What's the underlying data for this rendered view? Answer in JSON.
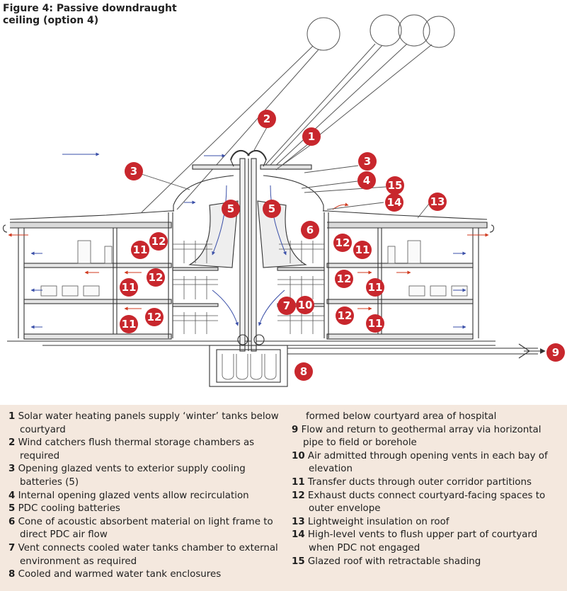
{
  "figure": {
    "title": "Figure 4: Passive downdraught ceiling (option 4)"
  },
  "colors": {
    "marker": "#c8272d",
    "line": "#333333",
    "cold_arrow": "#3a4fa8",
    "warm_arrow": "#d0391e",
    "legend_bg": "#f4e8de"
  },
  "markers": [
    {
      "label": "1"
    },
    {
      "label": "2"
    },
    {
      "label": "3"
    },
    {
      "label": "3"
    },
    {
      "label": "4"
    },
    {
      "label": "15"
    },
    {
      "label": "14"
    },
    {
      "label": "13"
    },
    {
      "label": "5"
    },
    {
      "label": "5"
    },
    {
      "label": "6"
    },
    {
      "label": "12"
    },
    {
      "label": "11"
    },
    {
      "label": "12"
    },
    {
      "label": "11"
    },
    {
      "label": "12"
    },
    {
      "label": "11"
    },
    {
      "label": "12"
    },
    {
      "label": "11"
    },
    {
      "label": "12"
    },
    {
      "label": "11"
    },
    {
      "label": "12"
    },
    {
      "label": "11"
    },
    {
      "label": "7"
    },
    {
      "label": "10"
    },
    {
      "label": "8"
    },
    {
      "label": "9"
    }
  ],
  "legend": {
    "left": [
      {
        "num": "1",
        "text": "Solar water heating panels supply ‘winter’ tanks below courtyard"
      },
      {
        "num": "2",
        "text": "Wind catchers flush thermal storage chambers as required"
      },
      {
        "num": "3",
        "text": "Opening glazed vents to exterior supply cooling batteries (5)"
      },
      {
        "num": "4",
        "text": "Internal opening glazed vents allow recirculation"
      },
      {
        "num": "5",
        "text": "PDC cooling batteries"
      },
      {
        "num": "6",
        "text": "Cone of acoustic absorbent material on light frame to direct PDC air flow"
      },
      {
        "num": "7",
        "text": "Vent connects cooled water tanks chamber to external environment as required"
      },
      {
        "num": "8",
        "text": "Cooled and warmed water tank enclosures"
      }
    ],
    "right_continuation": "formed below courtyard area of hospital",
    "right": [
      {
        "num": "9",
        "text": "Flow and return to geothermal array via horizontal pipe to field or borehole"
      },
      {
        "num": "10",
        "text": "Air admitted through opening vents in each bay of elevation"
      },
      {
        "num": "11",
        "text": "Transfer ducts through outer corridor partitions"
      },
      {
        "num": "12",
        "text": "Exhaust ducts connect courtyard-facing spaces to outer envelope"
      },
      {
        "num": "13",
        "text": "Lightweight insulation on roof"
      },
      {
        "num": "14",
        "text": "High-level vents to flush upper part of courtyard when PDC not engaged"
      },
      {
        "num": "15",
        "text": "Glazed roof with retractable shading"
      }
    ]
  }
}
